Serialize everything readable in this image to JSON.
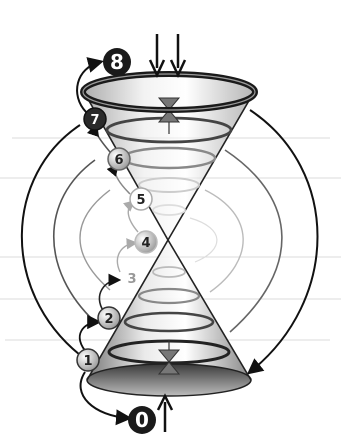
{
  "markers": {
    "top": "8",
    "bottom": "0",
    "steps": [
      "1",
      "2",
      "3",
      "4",
      "5",
      "6",
      "7"
    ]
  },
  "colors": {
    "ink": "#111111",
    "dark_gray": "#555555",
    "mid_gray": "#999999",
    "light_gray": "#d8d8d8",
    "badge_fill": "#1a1a1a",
    "badge_text": "#ffffff"
  },
  "icons": {
    "top_arrows": "double-down-arrow-icon",
    "bottom_arrow": "up-arrow-icon"
  }
}
